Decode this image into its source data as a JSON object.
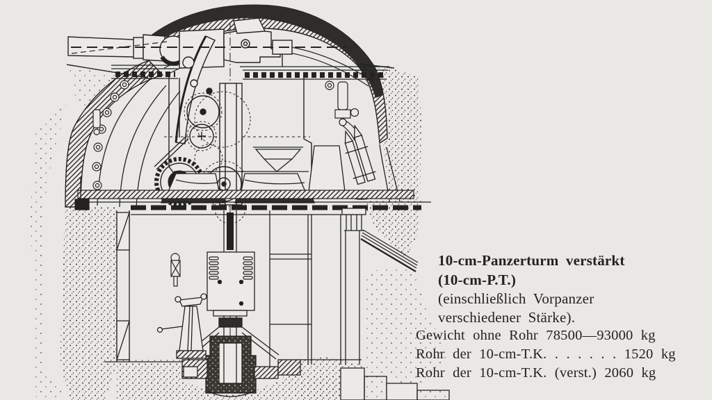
{
  "colors": {
    "paper": "#e9e8e5",
    "paper_light": "#f0efec",
    "ink": "#23221f",
    "armor_dark": "#2e2d2a"
  },
  "figure": {
    "kind": "technical cross-section drawing",
    "subject": "armored gun turret with dome armor, gun barrel, gear mechanism, ammunition rack and central pivot column"
  },
  "caption": {
    "title": "10-cm-Panzerturm verstärkt",
    "designation": "(10-cm-P.T.)",
    "note_line1": "(einschließlich Vorpanzer",
    "note_line2": "verschiedener Stärke).",
    "spec_lines": [
      "Gewicht ohne Rohr  78500—93000 kg",
      "Rohr der 10-cm-T.K.  . . . . . .  1520 kg",
      "Rohr der 10-cm-T.K. (verst.)  2060 kg"
    ]
  }
}
